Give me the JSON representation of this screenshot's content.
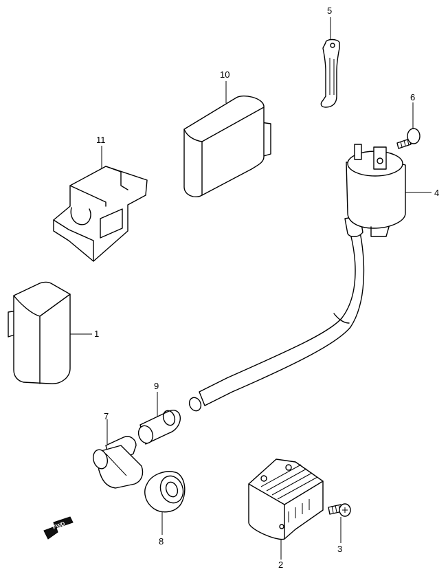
{
  "callouts": {
    "p1": "1",
    "p2": "2",
    "p3": "3",
    "p4": "4",
    "p5": "5",
    "p6": "6",
    "p7": "7",
    "p8": "8",
    "p9": "9",
    "p10": "10",
    "p11": "11"
  },
  "direction_marker": "FWD"
}
